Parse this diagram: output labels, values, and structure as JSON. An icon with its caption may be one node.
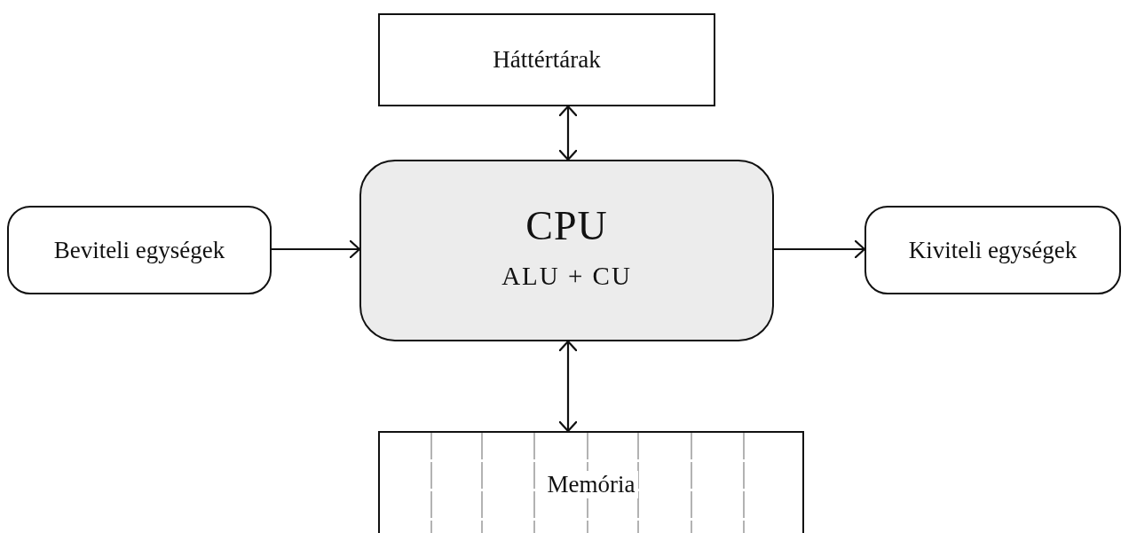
{
  "diagram": {
    "nodes": [
      {
        "text": [
          "Háttértárak"
        ]
      },
      {
        "text": [
          "CPU",
          "ALU + CU"
        ]
      },
      {
        "text": [
          "Beviteli egységek"
        ]
      },
      {
        "text": [
          "Kiviteli egységek"
        ]
      },
      {
        "text": [
          "Memória"
        ]
      }
    ],
    "edges": [
      {
        "from": 0,
        "to": 1,
        "arrow": "both"
      },
      {
        "from": 2,
        "to": 1,
        "arrow": "to"
      },
      {
        "from": 1,
        "to": 3,
        "arrow": "to"
      },
      {
        "from": 1,
        "to": 4,
        "arrow": "both"
      }
    ]
  }
}
